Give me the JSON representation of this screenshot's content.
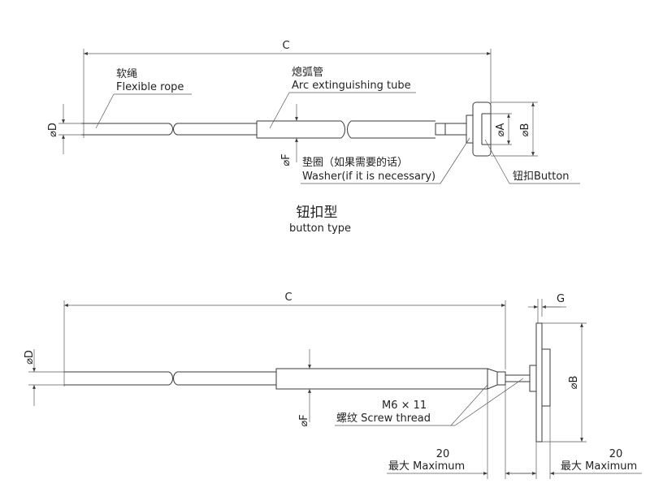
{
  "top": {
    "dim_c": "C",
    "dim_d": "⌀D",
    "dim_f": "⌀F",
    "dim_a": "⌀A",
    "dim_b": "⌀B",
    "rope_zh": "软绳",
    "rope_en": "Flexible rope",
    "tube_zh": "熄弧管",
    "tube_en": "Arc extinguishing tube",
    "washer_zh": "垫圈（如果需要的话）",
    "washer_en": "Washer(if it is necessary)",
    "button_label": "钮扣Button",
    "type_zh": "钮扣型",
    "type_en": "button type"
  },
  "bottom": {
    "dim_c": "C",
    "dim_g": "G",
    "dim_d": "⌀D",
    "dim_f": "⌀F",
    "dim_b": "⌀B",
    "thread_spec": "M6 × 11",
    "thread_label": "螺纹 Screw thread",
    "max_left_value": "20",
    "max_left_label": "最大 Maximum",
    "max_right_value": "20",
    "max_right_label": "最大 Maximum"
  },
  "colors": {
    "line": "#3a3a3a",
    "text": "#222222",
    "background": "#ffffff"
  }
}
